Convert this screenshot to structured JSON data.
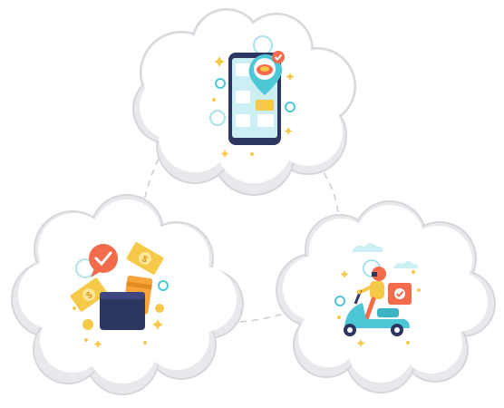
{
  "illustration": {
    "steps": [
      {
        "name": "order-app",
        "icon": "phone-food-order-icon"
      },
      {
        "name": "payment",
        "icon": "wallet-money-icon"
      },
      {
        "name": "delivery",
        "icon": "scooter-delivery-icon"
      }
    ],
    "colors": {
      "cloud_fill": "#ffffff",
      "cloud_shadow": "#e8e9ec",
      "cloud_outline": "#d5d7dc",
      "accent_orange": "#f26b4b",
      "accent_yellow": "#f7c948",
      "teal": "#4dc7d6",
      "navy": "#2d3561",
      "dashed_line": "#c9cbd1"
    }
  }
}
